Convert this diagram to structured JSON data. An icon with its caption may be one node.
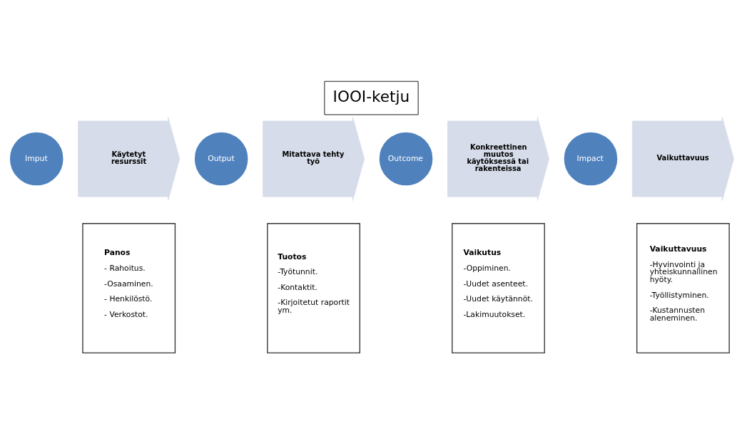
{
  "diagram": {
    "title": "IOOI-ketju",
    "nodes": [
      {
        "text": [
          "Imput"
        ]
      },
      {
        "text": [
          "Käytetyt resurssit"
        ]
      },
      {
        "text": [
          "Output"
        ]
      },
      {
        "text": [
          "Mitattava tehty työ"
        ]
      },
      {
        "text": [
          "Outcome"
        ]
      },
      {
        "text": [
          "Konkreettinen muutos käytöksessä tai rakenteissa"
        ]
      },
      {
        "text": [
          "Impact"
        ]
      },
      {
        "text": [
          "Vaikuttavuus"
        ]
      },
      {
        "text": [
          "Panos",
          "- Rahoitus.",
          "-Osaaminen.",
          "- Henkilöstö.",
          "- Verkostot."
        ]
      },
      {
        "text": [
          "Tuotos",
          "-Työtunnit.",
          "-Kontaktit.",
          "-Kirjoitetut raportit ym."
        ]
      },
      {
        "text": [
          "Vaikutus",
          "-Oppiminen.",
          "-Uudet asenteet.",
          "-Uudet käytännöt.",
          "-Lakimuutokset."
        ]
      },
      {
        "text": [
          "Vaikuttavuus",
          "-Hyvinvointi ja yhteiskunnallinen hyöty.",
          "-Työllistyminen.",
          "-Kustannusten aleneminen."
        ]
      }
    ],
    "edges": []
  }
}
